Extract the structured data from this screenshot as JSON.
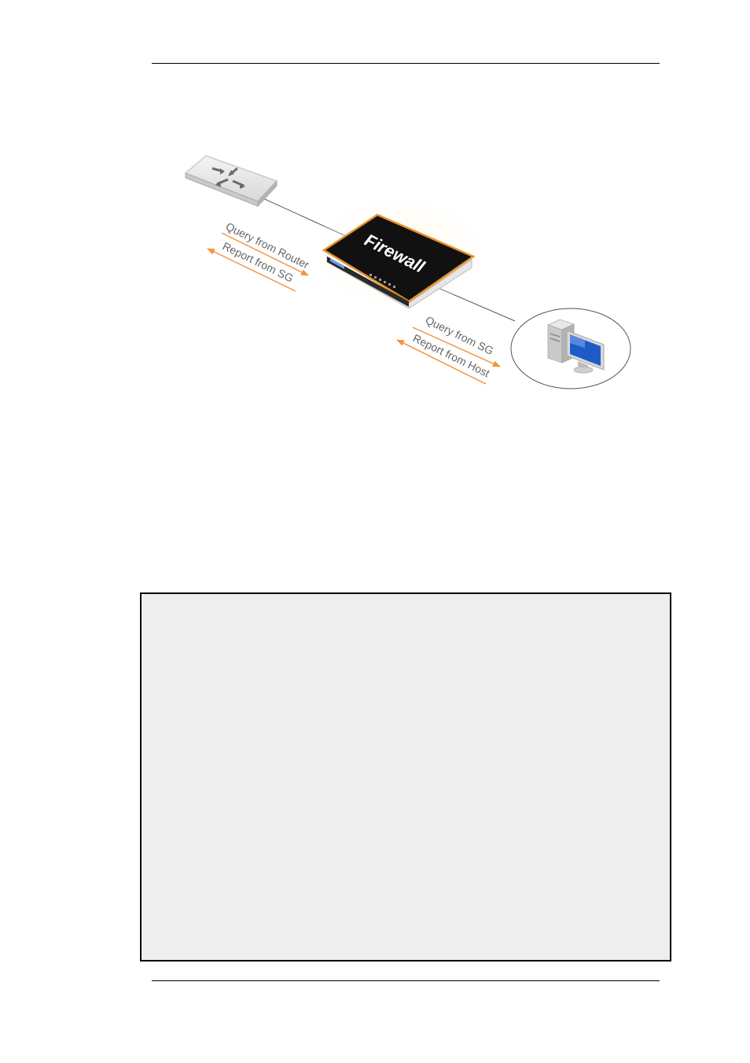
{
  "diagram": {
    "firewall_label": "Firewall",
    "upstream": {
      "query_label": "Query from Router",
      "report_label": "Report from SG"
    },
    "downstream": {
      "query_label": "Query from SG",
      "report_label": "Report from Host"
    },
    "nodes": [
      "router-icon",
      "firewall-device",
      "host-computer-icon"
    ]
  },
  "colors": {
    "arrow": "#f0963c",
    "firewall_outline": "#e8902a",
    "firewall_body": "#111111",
    "link": "#555555"
  }
}
